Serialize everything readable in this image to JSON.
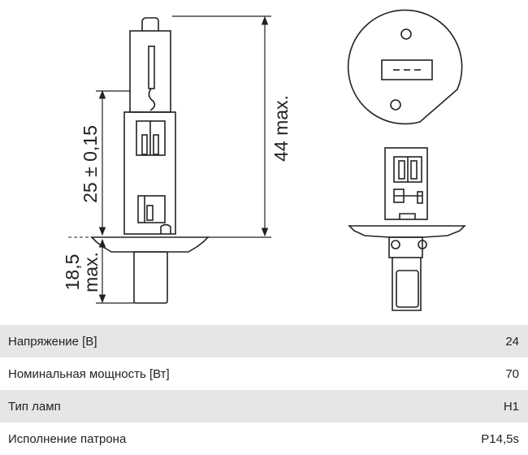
{
  "drawing": {
    "dim_length": "25 ± 0,15",
    "dim_total": "44 max.",
    "dim_base_value": "18,5",
    "dim_base_suffix": "max."
  },
  "specs": [
    {
      "label": "Напряжение [В]",
      "value": "24"
    },
    {
      "label": "Номинальная мощность [Вт]",
      "value": "70"
    },
    {
      "label": "Тип ламп",
      "value": "H1"
    },
    {
      "label": "Исполнение патрона",
      "value": "P14,5s"
    }
  ]
}
